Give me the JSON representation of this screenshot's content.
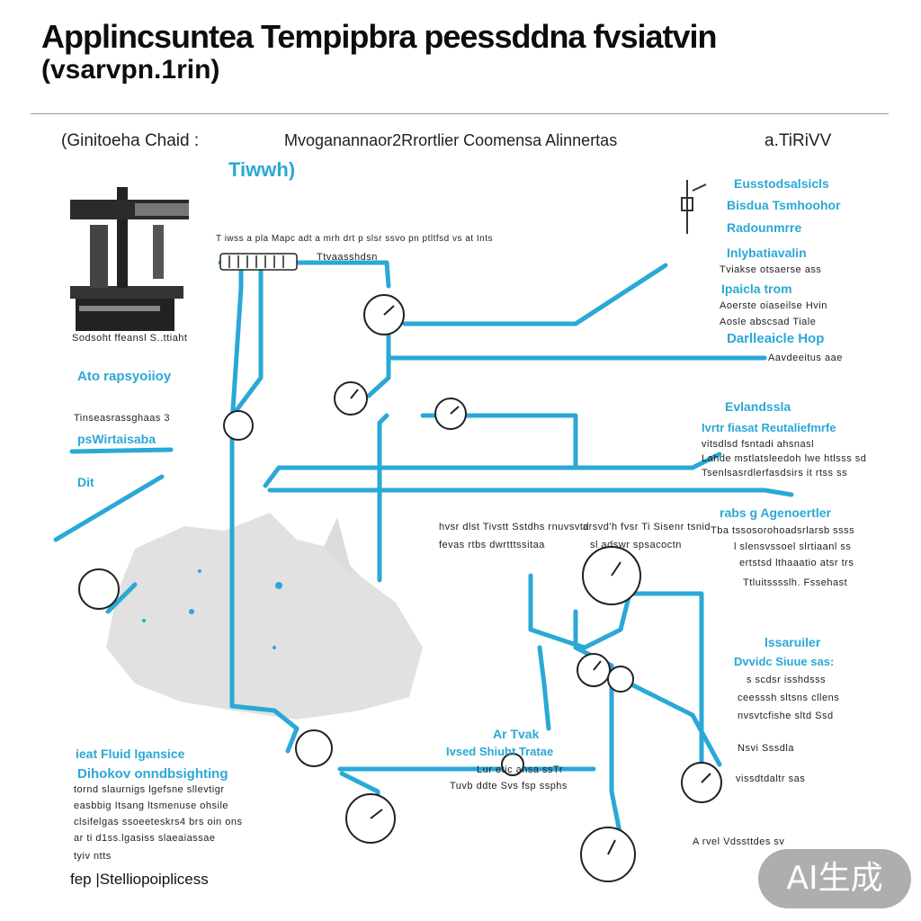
{
  "header": {
    "title": "Applincsuntea Tempipbra peessddna fvsiatvin",
    "subtitle": "(vsarvpn.1rin)"
  },
  "panel_heads": {
    "left": "(Ginitoeha Chaid :",
    "left_blue": "Tiwwh)",
    "center": "Mvoganannaor2Rrortlier Coomensa Alinnertas",
    "right": "a.TiRiVV"
  },
  "left_labels": {
    "machine_caption": "Sodsoht ffeansl S..ttiaht",
    "to_title": "Ato rapsyoiioy",
    "to_line": "Tinseasrassghaas 3",
    "ps_title": "psWirtaisaba",
    "dit": "Dit",
    "flow_title": "ieat Fluid lgansice",
    "flow_sub": "Dihokov onndbsighting",
    "flow_lines": [
      "tornd slaurnigs lgefsne sllevtigr",
      "easbbig Itsang ltsmenuse ohsile",
      "clsifelgas ssoeeteskrs4 brs oin ons",
      "ar ti d1ss.lgasiss slaeaiassae"
    ],
    "flow_tail": "tyiv ntts",
    "footer": "fep |Stelliopoiplicess"
  },
  "center_labels": {
    "top_line": "T iwss  a pla Mapc adt a mrh drt p slsr ssvo pn ptltfsd vs at Ints",
    "manifold": "Ttvaasshdsn",
    "mid1": "hvsr dlst  Tivstt  Sstdhs rnuvsvtd",
    "mid2": "fevas rtbs dwrtttssitaa",
    "mid3": "arsvd'h  fvsr Ti Sisenr tsnid",
    "mid4": "sl adswr spsacoctn",
    "air_title": "Ar Tvak",
    "air_sub": "Ivsed Shiuht Tratae",
    "air_lines": [
      "Lur etic ahsa ssTr",
      "Tuvb ddte Svs fsp ssphs"
    ]
  },
  "right_labels": {
    "block1": [
      "Eusstodsalsicls",
      "Bisdua Tsmhoohor",
      "Radounmrre"
    ],
    "block2_title": "Inlybatiavalin",
    "block2_line": "Tviakse otsaerse ass",
    "block3_title": "Ipaicla trom",
    "block3_lines": [
      "Aoerste oiaseilse Hvin",
      "Aosle abscsad Tiale"
    ],
    "block4_title": "Darlleaicle Hop",
    "block4_line": "Aavdeeitus aae",
    "block5_title": "Evlandssla",
    "block5_sub": "Ivrtr fiasat Reutaliefmrfe",
    "block5_lines": [
      "vitsdlsd fsntadi ahsnasl",
      "Lahde mstlatsleedoh lwe htlsss sd",
      "Tsenlsasrdlerfasdsirs it rtss ss"
    ],
    "block6_title": "rabs  g Agenoertler",
    "block6_lines": [
      "Tba tssosorohoadsrlarsb ssss",
      "l slensvssoel  slrtiaanl ss",
      "ertstsd lthaaatio atsr trs",
      "Ttluitsssslh. Fssehast"
    ],
    "block7_title": "lssaruiler",
    "block7_sub": "Dvvidc Siuue sas:",
    "block7_lines": [
      "s scdsr isshdsss",
      "ceesssh sltsns cllens",
      "nvsvtcfishe sltd Ssd",
      "Nsvi Sssdla"
    ],
    "block8_lines": [
      "vissdtdaltr sas",
      "A rvel Vdssttdes sv"
    ]
  },
  "badge": "AI生成",
  "colors": {
    "pipe": "#2aa8d6",
    "accent_text": "#2aa8d6",
    "map": "#dadada",
    "ink": "#111111"
  }
}
